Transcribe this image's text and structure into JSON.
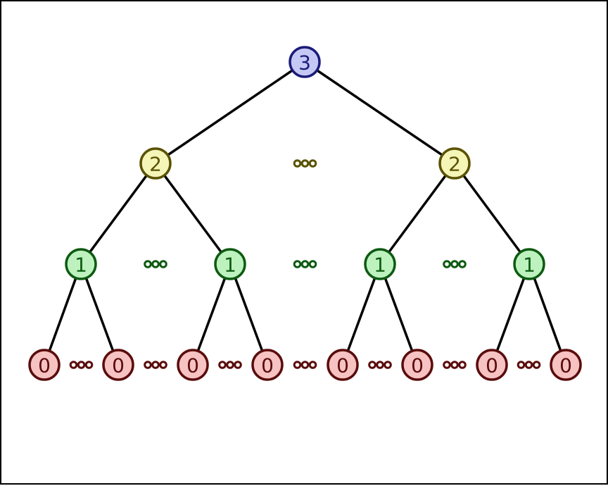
{
  "tree": {
    "edge_color": "#000000",
    "levels": [
      {
        "label": "3",
        "fill": "#c5c8f4",
        "stroke": "#1b1b7a",
        "text_color": "#1b1b7a",
        "nodes": 1
      },
      {
        "label": "2",
        "fill": "#f6f5b8",
        "stroke": "#5a5200",
        "text_color": "#5a5200",
        "nodes": 2
      },
      {
        "label": "1",
        "fill": "#bdf2bf",
        "stroke": "#0e5a12",
        "text_color": "#0e5a12",
        "nodes": 4
      },
      {
        "label": "0",
        "fill": "#f6c2c2",
        "stroke": "#5a0c0c",
        "text_color": "#5a0c0c",
        "nodes": 8
      }
    ],
    "ellipsis": [
      {
        "level": 1,
        "color": "#5a5200",
        "count": 1
      },
      {
        "level": 2,
        "color": "#0e5a12",
        "count": 3
      },
      {
        "level": 3,
        "color": "#5a0c0c",
        "count": 7
      }
    ]
  }
}
